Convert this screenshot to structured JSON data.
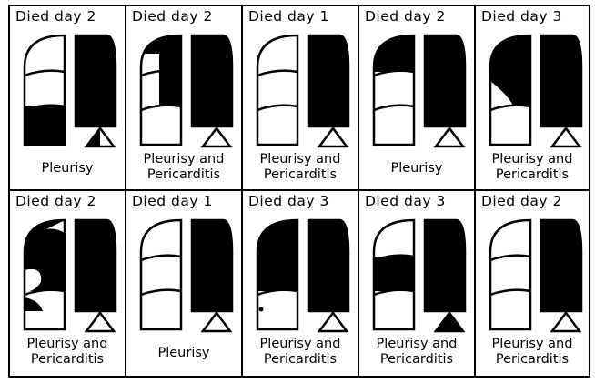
{
  "cases": [
    {
      "header": "Died day 2",
      "caption": [
        "Pleurisy"
      ],
      "left": [
        0,
        0,
        1
      ],
      "leftHilum": "small",
      "right": 1,
      "triangle": "half"
    },
    {
      "header": "Died day 2",
      "caption": [
        "Pleurisy and",
        "Pericarditis"
      ],
      "left": [
        1,
        1,
        0
      ],
      "leftHilum": "patchy",
      "right": 1,
      "triangle": "open"
    },
    {
      "header": "Died day 1",
      "caption": [
        "Pleurisy and",
        "Pericarditis"
      ],
      "left": [
        0,
        0,
        0
      ],
      "leftHilum": "none",
      "right": 1,
      "triangle": "open"
    },
    {
      "header": "Died day 2",
      "caption": [
        "Pleurisy"
      ],
      "left": [
        1,
        0,
        0
      ],
      "leftHilum": "none",
      "right": 1,
      "triangle": "open"
    },
    {
      "header": "Died day 3",
      "caption": [
        "Pleurisy and",
        "Pericarditis"
      ],
      "left": [
        1,
        1,
        0
      ],
      "leftHilum": "curve",
      "right": 1,
      "triangle": "open"
    },
    {
      "header": "Died day 2",
      "caption": [
        "Pleurisy and",
        "Pericarditis"
      ],
      "left": [
        1,
        1,
        0
      ],
      "leftHilum": "blob",
      "right": 1,
      "triangle": "open"
    },
    {
      "header": "Died day 1",
      "caption": [
        "Pleurisy"
      ],
      "left": [
        0,
        0,
        0
      ],
      "leftHilum": "none",
      "right": 1,
      "triangle": "open"
    },
    {
      "header": "Died day 3",
      "caption": [
        "Pleurisy and",
        "Pericarditis"
      ],
      "left": [
        1,
        1,
        0
      ],
      "leftHilum": "dot",
      "right": 1,
      "triangle": "open"
    },
    {
      "header": "Died day 3",
      "caption": [
        "Pleurisy and",
        "Pericarditis"
      ],
      "left": [
        0,
        1,
        0
      ],
      "leftHilum": "none",
      "right": 1,
      "triangle": "filled"
    },
    {
      "header": "Died day 2",
      "caption": [
        "Pleurisy and",
        "Pericarditis"
      ],
      "left": [
        0,
        0,
        0
      ],
      "leftHilum": "none",
      "right": 1,
      "triangle": "open"
    }
  ]
}
